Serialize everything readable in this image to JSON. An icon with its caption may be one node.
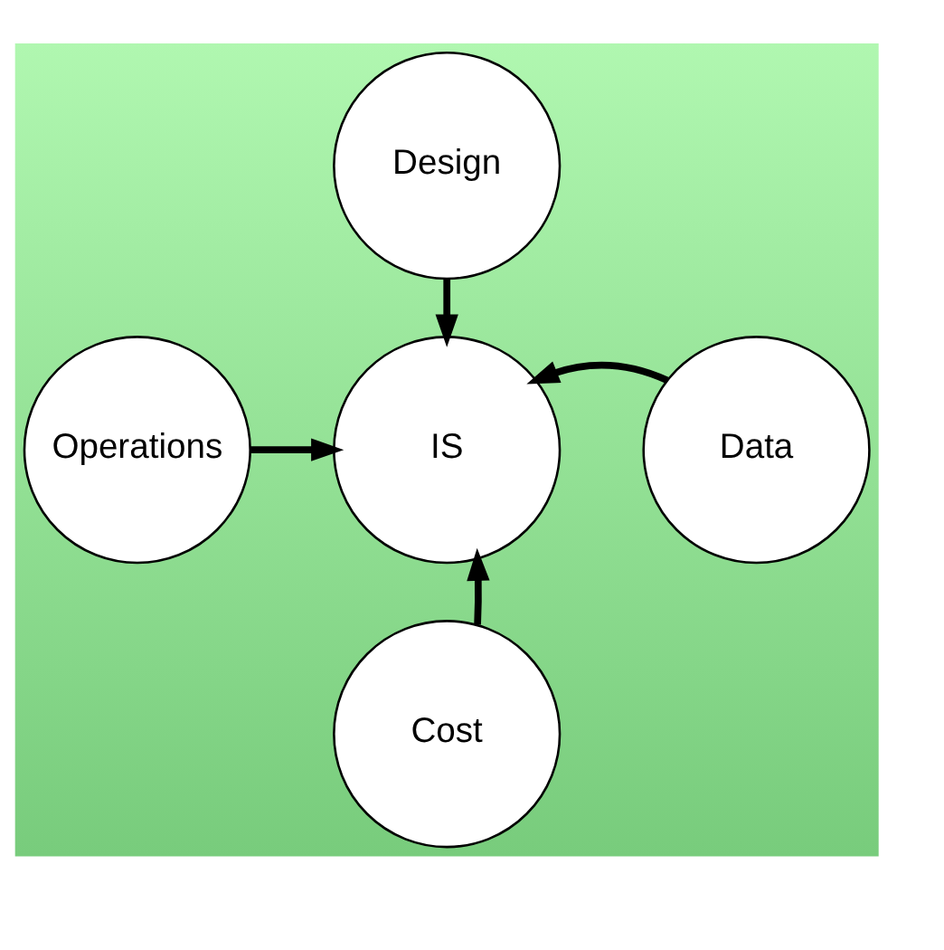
{
  "diagram": {
    "nodes": [
      {
        "text": [
          "Design"
        ]
      },
      {
        "text": [
          "Operations"
        ]
      },
      {
        "text": [
          "IS"
        ]
      },
      {
        "text": [
          "Data"
        ]
      },
      {
        "text": [
          "Cost"
        ]
      }
    ],
    "edges": [
      {
        "from": 0,
        "to": 2,
        "arrow": "to"
      },
      {
        "from": 1,
        "to": 2,
        "arrow": "to"
      },
      {
        "from": 3,
        "to": 2,
        "arrow": "to"
      },
      {
        "from": 4,
        "to": 2,
        "arrow": "to"
      }
    ]
  }
}
